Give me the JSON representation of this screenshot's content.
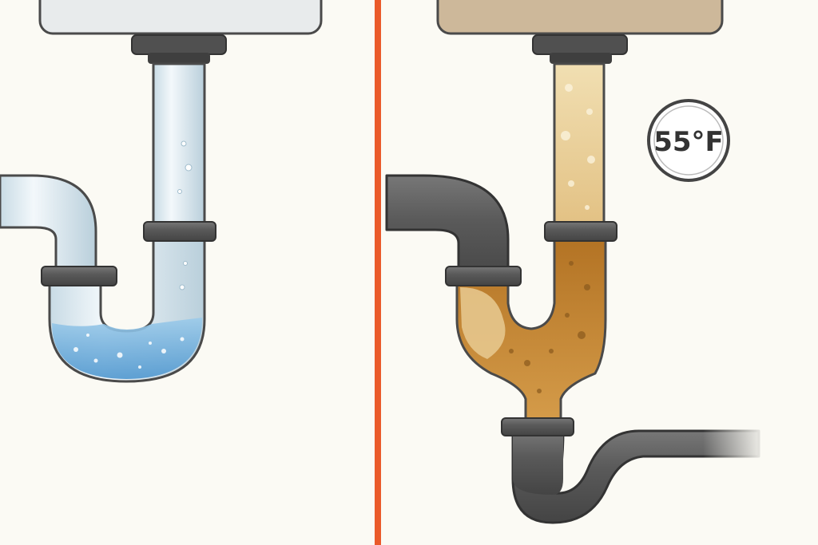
{
  "left_panel": {
    "state": "clear",
    "water_color": "#79b6e0",
    "pipe_color": "#d6e6ee"
  },
  "right_panel": {
    "state": "clogged",
    "temperature_label": "55°F",
    "grease_color": "#c98f38",
    "pipe_color": "#5b5b5b"
  },
  "divider": {
    "color": "#ea5a2a"
  }
}
